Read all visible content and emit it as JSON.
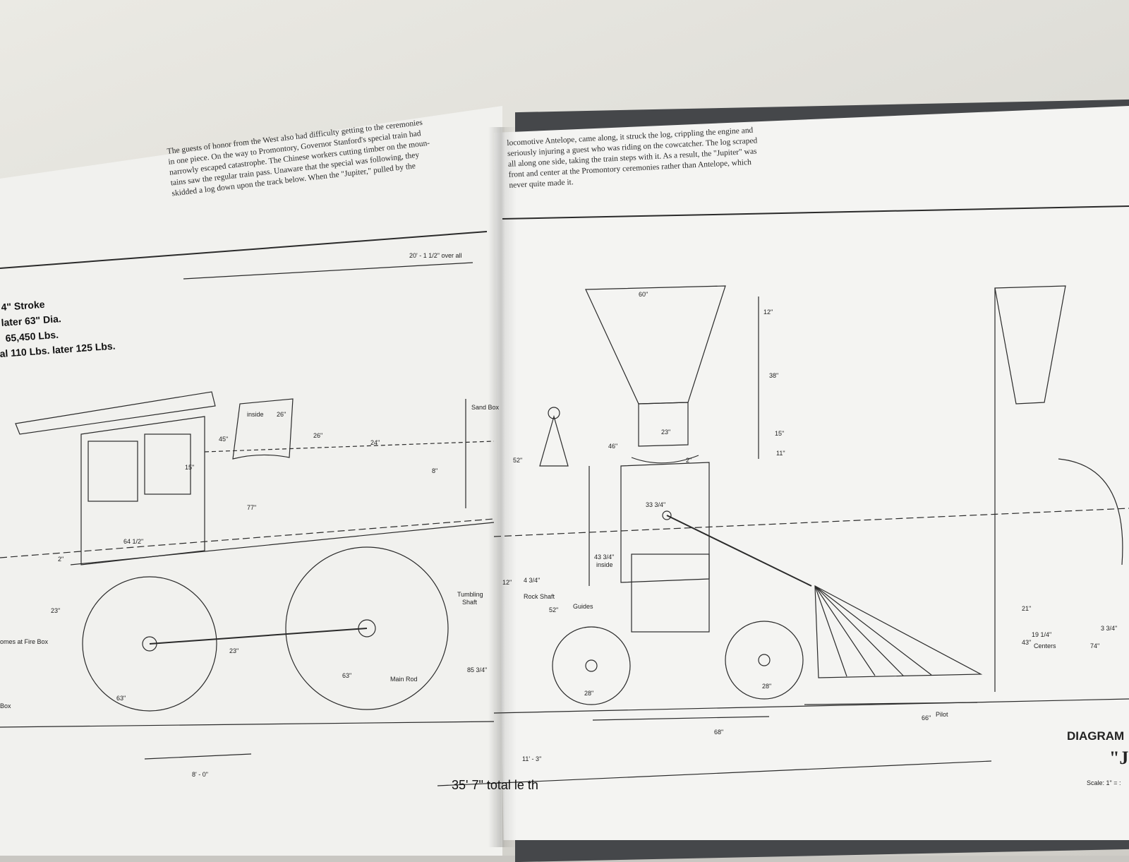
{
  "paragraphs": {
    "left": [
      "The guests of honor from the West also had difficulty getting to the ceremonies",
      "in one piece. On the way to Promontory, Governor Stanford's special train had",
      "narrowly escaped catastrophe. The Chinese workers cutting timber on the moun-",
      "tains saw the regular train pass. Unaware that the special was following, they",
      "skidded a log down upon the track below. When the \"Jupiter,\" pulled by the"
    ],
    "right": [
      "locomotive Antelope, came along, it struck the log, crippling the engine and",
      "seriously injuring a guest who was riding on the cowcatcher. The log scraped",
      "all along one side, taking the train steps with it. As a result, the \"Jupiter\" was",
      "front and center at the Promontory ceremonies rather than Antelope, which",
      "never quite made it."
    ]
  },
  "specs": [
    "4\" Stroke",
    "later 63\" Dia.",
    "65,450 Lbs.",
    "al 110 Lbs. later 125 Lbs."
  ],
  "margin_labels": {
    "fire_box": "omes at Fire Box",
    "box": "Box"
  },
  "dimensions": {
    "overall": "20' - 1 1/2\" over all",
    "inside": "inside",
    "d26a": "26\"",
    "d26b": "26\"",
    "d45": "45\"",
    "d15": "15\"",
    "d24": "24\"",
    "d8": "8\"",
    "d77": "77\"",
    "d64": "64 1/2\"",
    "d2": "2\"",
    "d23a": "23\"",
    "d23b": "23\"",
    "d63a": "63\"",
    "d63b": "63\"",
    "d8ft": "8' - 0\"",
    "main_rod": "Main Rod",
    "d85": "85 3/4\"",
    "tumbling": "Tumbling",
    "shaft": "Shaft",
    "d12": "12\"",
    "d4": "4 3/4\"",
    "rock_shaft": "Rock Shaft",
    "d52a": "52\"",
    "guides": "Guides",
    "d52b": "52\"",
    "sand_box": "Sand Box",
    "d60": "60\"",
    "d12b": "12\"",
    "d38": "38\"",
    "d23c": "23\"",
    "d2b": "2\"",
    "d15b": "15\"",
    "d11": "11\"",
    "d46": "46\"",
    "d33": "33 3/4\"",
    "d43": "43 3/4\"",
    "inside2": "inside",
    "d28a": "28\"",
    "d28b": "28\"",
    "d68": "68\"",
    "d66": "66\"",
    "pilot": "Pilot",
    "d11ft": "11' - 3\"",
    "d21": "21\"",
    "d43b": "43\"",
    "d19": "19 1/4\"",
    "centers": "Centers",
    "d74": "74\"",
    "d3": "3 3/4\"",
    "total": "35' 7\" total le th"
  },
  "diagram_title": {
    "line1": "DIAGRAM",
    "line2": "\"J",
    "scale": "Scale: 1\" = :"
  }
}
